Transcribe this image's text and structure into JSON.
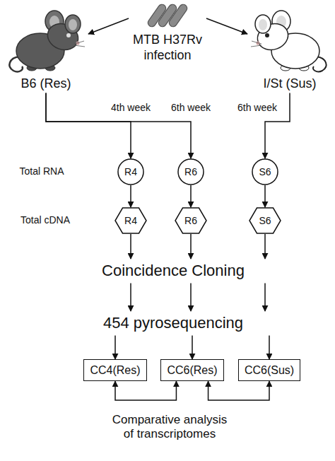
{
  "diagram": {
    "nodes": [
      {
        "text": [
          "MTB H37Rv infection"
        ]
      },
      {
        "text": [
          "B6 (Res)"
        ]
      },
      {
        "text": [
          "I/St (Sus)"
        ]
      },
      {
        "text": [
          "R4"
        ]
      },
      {
        "text": [
          "R6"
        ]
      },
      {
        "text": [
          "S6"
        ]
      },
      {
        "text": [
          "R4"
        ]
      },
      {
        "text": [
          "R6"
        ]
      },
      {
        "text": [
          "S6"
        ]
      },
      {
        "text": [
          "Coincidence Cloning"
        ]
      },
      {
        "text": [
          "454 pyrosequencing"
        ]
      },
      {
        "text": [
          "CC4(Res)"
        ]
      },
      {
        "text": [
          "CC6(Res)"
        ]
      },
      {
        "text": [
          "CC6(Sus)"
        ]
      }
    ],
    "edges": [
      {
        "from": 0,
        "to": 1,
        "arrow": "to"
      },
      {
        "from": 0,
        "to": 2,
        "arrow": "to"
      },
      {
        "from": 1,
        "to": 3,
        "label": "4th week",
        "arrow": "to"
      },
      {
        "from": 1,
        "to": 4,
        "label": "6th week",
        "arrow": "to"
      },
      {
        "from": 2,
        "to": 5,
        "label": "6th week",
        "arrow": "to"
      },
      {
        "from": 3,
        "to": 6,
        "arrow": "to"
      },
      {
        "from": 4,
        "to": 7,
        "arrow": "to"
      },
      {
        "from": 5,
        "to": 8,
        "arrow": "to"
      },
      {
        "from": 6,
        "to": 9,
        "arrow": "to"
      },
      {
        "from": 7,
        "to": 9,
        "arrow": "to"
      },
      {
        "from": 8,
        "to": 9,
        "arrow": "to"
      },
      {
        "from": 9,
        "to": 10,
        "arrow": "to"
      },
      {
        "from": 9,
        "to": 10,
        "arrow": "to"
      },
      {
        "from": 9,
        "to": 10,
        "arrow": "to"
      },
      {
        "from": 10,
        "to": 11,
        "arrow": "to"
      },
      {
        "from": 10,
        "to": 12,
        "arrow": "to"
      },
      {
        "from": 10,
        "to": 13,
        "arrow": "to"
      },
      {
        "from": 11,
        "to": 12,
        "arrow": "both"
      },
      {
        "from": 12,
        "to": 13,
        "arrow": "both"
      }
    ],
    "labels": [
      "Total RNA",
      "Total cDNA",
      "Comparative analysis of transcriptomes"
    ]
  }
}
